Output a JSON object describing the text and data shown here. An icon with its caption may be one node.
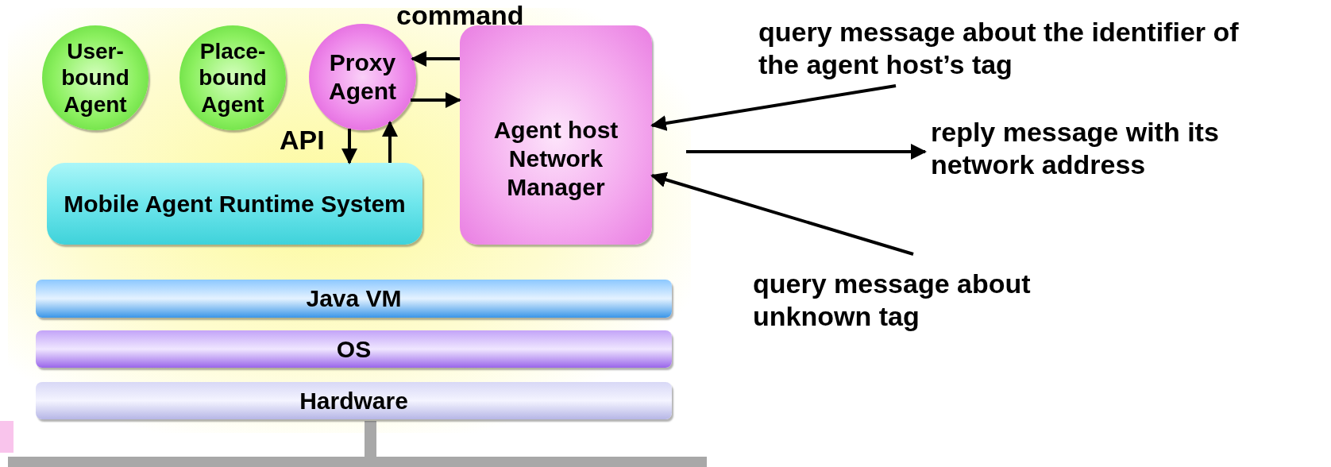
{
  "diagram": {
    "nodes": [
      {
        "text": [
          "User- bound Agent"
        ]
      },
      {
        "text": [
          "Place- bound Agent"
        ]
      },
      {
        "text": [
          "Proxy Agent"
        ]
      },
      {
        "text": [
          "Agent host Network Manager"
        ]
      },
      {
        "text": [
          "Mobile Agent Runtime System"
        ]
      },
      {
        "text": [
          "Java VM"
        ]
      },
      {
        "text": [
          "OS"
        ]
      },
      {
        "text": [
          "Hardware"
        ]
      },
      {
        "text": [
          "query message about the identifier of the agent host’s tag"
        ]
      },
      {
        "text": [
          "reply message with its network address"
        ]
      },
      {
        "text": [
          "query message about unknown tag"
        ]
      }
    ],
    "edges": [
      {
        "from": 3,
        "to": 2,
        "arrow": "to",
        "label": "command"
      },
      {
        "from": 2,
        "to": 3,
        "arrow": "to"
      },
      {
        "from": 2,
        "to": 4,
        "arrow": "to",
        "label": "API"
      },
      {
        "from": 4,
        "to": 2,
        "arrow": "to"
      },
      {
        "from": 8,
        "to": 3,
        "arrow": "to"
      },
      {
        "from": 3,
        "to": 9,
        "arrow": "to"
      },
      {
        "from": 10,
        "to": 3,
        "arrow": "to"
      }
    ]
  }
}
